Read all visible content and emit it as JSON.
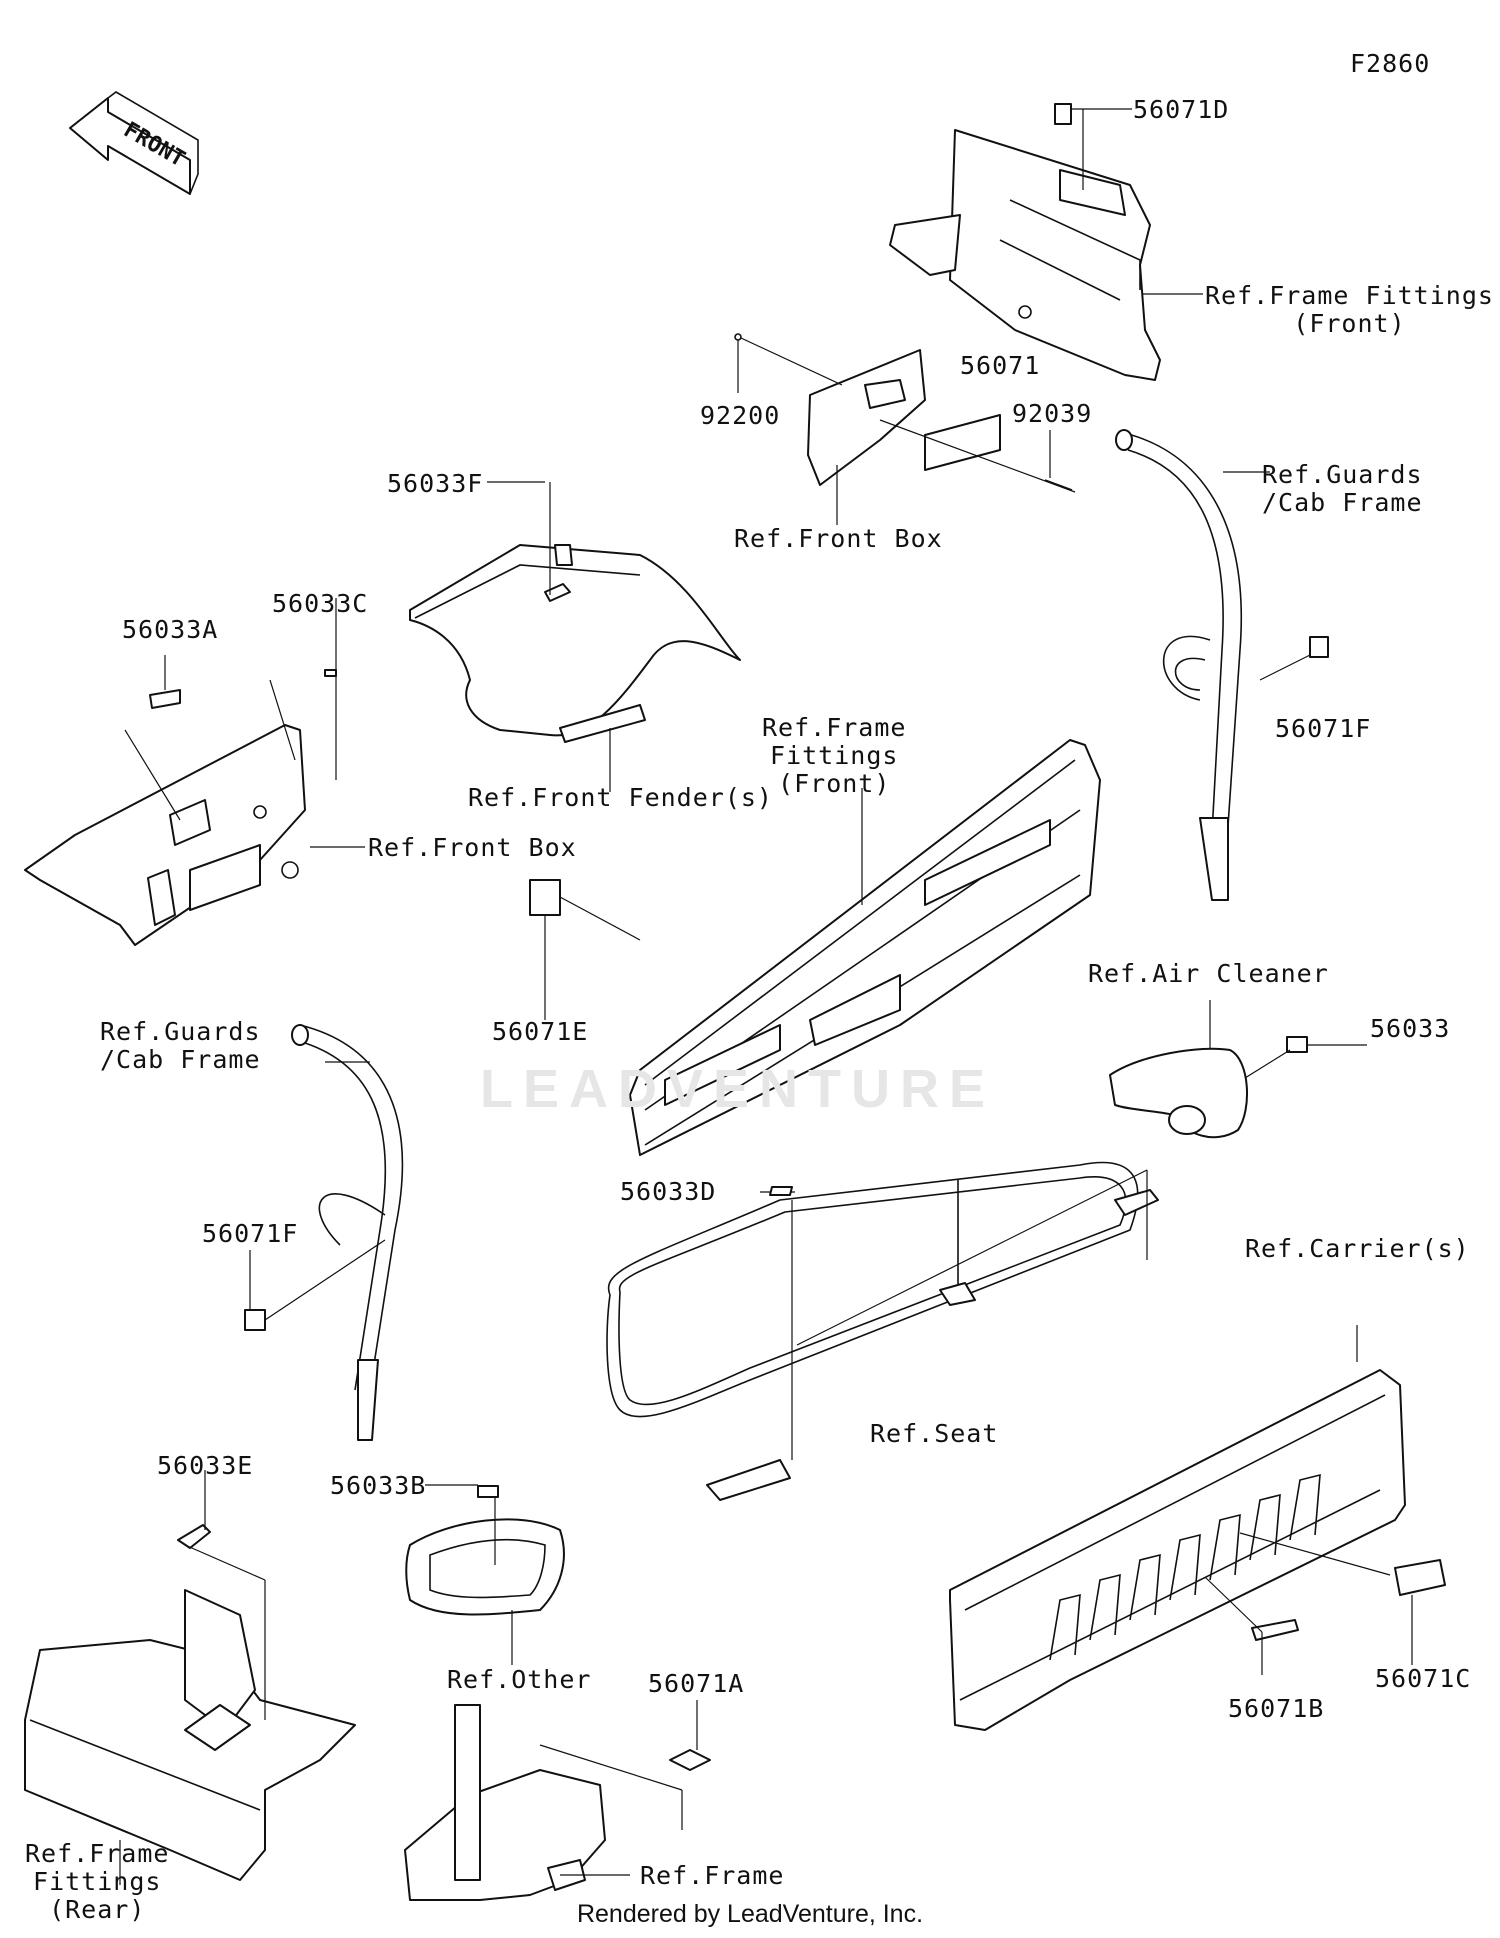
{
  "figure_id": "F2860",
  "front_label": "FRONT",
  "watermark": "LEADVENTURE",
  "footer": "Rendered by LeadVenture, Inc.",
  "labels": {
    "p56071D": "56071D",
    "ref_frame_fittings_front_top": "Ref.Frame Fittings\n(Front)",
    "p92200": "92200",
    "p56071": "56071",
    "p92039": "92039",
    "ref_front_box_top": "Ref.Front Box",
    "ref_guards_cab_frame_right": "Ref.Guards\n/Cab Frame",
    "p56033F": "56033F",
    "p56033A": "56033A",
    "p56033C": "56033C",
    "p56071F_right": "56071F",
    "ref_front_fenders": "Ref.Front Fender(s)",
    "ref_frame_fittings_front_mid": "Ref.Frame\nFittings\n(Front)",
    "ref_front_box_left": "Ref.Front Box",
    "p56071E": "56071E",
    "ref_air_cleaner": "Ref.Air Cleaner",
    "p56033": "56033",
    "ref_guards_cab_frame_left": "Ref.Guards\n/Cab Frame",
    "p56033D": "56033D",
    "p56071F_left": "56071F",
    "ref_carriers": "Ref.Carrier(s)",
    "ref_seat": "Ref.Seat",
    "p56033E": "56033E",
    "p56033B": "56033B",
    "ref_other": "Ref.Other",
    "p56071A": "56071A",
    "p56071B": "56071B",
    "p56071C": "56071C",
    "ref_frame_fittings_rear": "Ref.Frame\nFittings\n(Rear)",
    "ref_frame": "Ref.Frame"
  }
}
